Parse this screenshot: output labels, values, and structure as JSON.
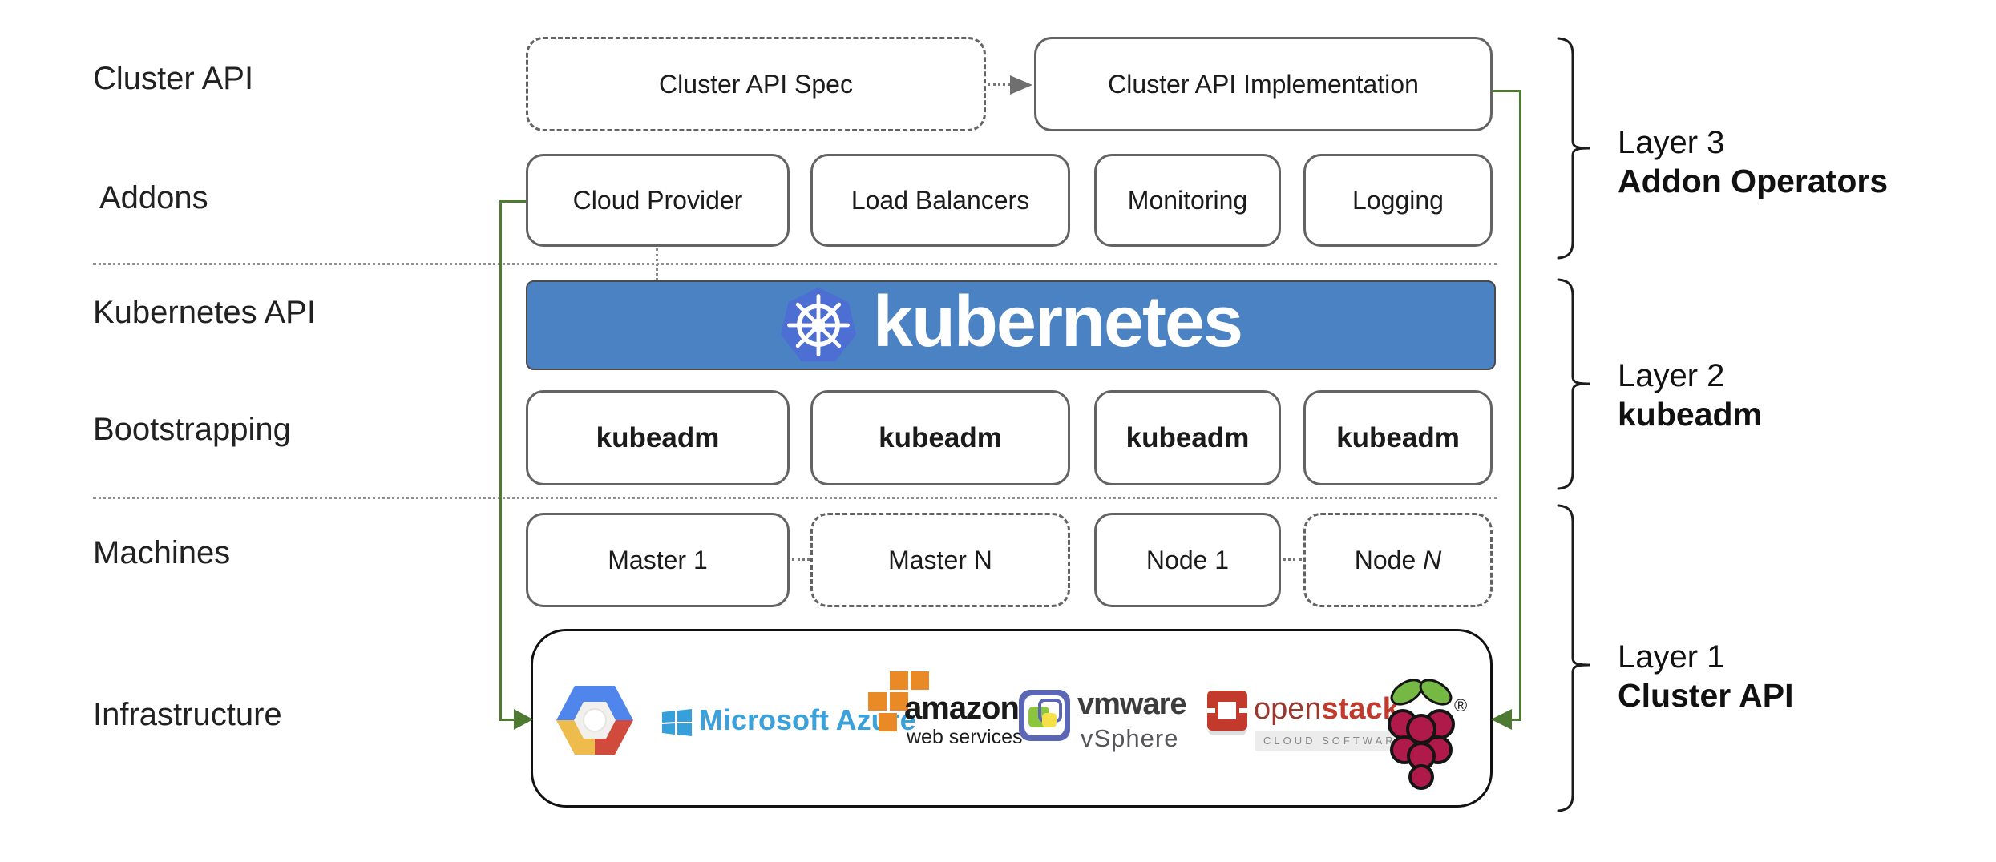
{
  "left_labels": {
    "cluster_api": "Cluster API",
    "addons": "Addons",
    "kubernetes_api": "Kubernetes API",
    "bootstrapping": "Bootstrapping",
    "machines": "Machines",
    "infrastructure": "Infrastructure"
  },
  "cluster_api_row": {
    "spec_box": "Cluster API Spec",
    "impl_box": "Cluster API Implementation"
  },
  "addons_row": {
    "items": [
      {
        "label": "Cloud Provider"
      },
      {
        "label": "Load Balancers"
      },
      {
        "label": "Monitoring"
      },
      {
        "label": "Logging"
      }
    ]
  },
  "kubernetes_banner": {
    "wordmark": "kubernetes"
  },
  "bootstrapping_row": {
    "items": [
      {
        "label": "kubeadm"
      },
      {
        "label": "kubeadm"
      },
      {
        "label": "kubeadm"
      },
      {
        "label": "kubeadm"
      }
    ]
  },
  "machines_row": {
    "master1": "Master 1",
    "masterN": "Master N",
    "node1": "Node 1",
    "nodeN_prefix": "Node ",
    "nodeN_italic": "N"
  },
  "infrastructure_row": {
    "azure_text": "Microsoft Azure",
    "aws_text": "amazon",
    "aws_subtext": "web services",
    "vmware_text": "vmware",
    "vmware_subtext": "vSphere",
    "openstack_open": "open",
    "openstack_stack": "stack",
    "openstack_tm": "™",
    "openstack_subtext": "CLOUD SOFTWARE",
    "raspberry_mark": "®"
  },
  "layers": [
    {
      "title": "Layer 3",
      "subtitle": "Addon Operators"
    },
    {
      "title": "Layer 2",
      "subtitle": "kubeadm"
    },
    {
      "title": "Layer 1",
      "subtitle": "Cluster API"
    }
  ],
  "colors": {
    "banner_blue": "#4a82c3",
    "k8s_logo_blue": "#4d6ed3",
    "connector_green": "#4e7a31",
    "box_border_gray": "#636363",
    "azure_blue": "#35a0da",
    "aws_orange": "#e98a26",
    "openstack_red": "#c23a2c",
    "gcp_blue": "#5086ec",
    "gcp_red": "#d04b3c",
    "gcp_yellow": "#eebc4d",
    "vmware_indigo": "#5b67b5",
    "vmware_green": "#8bc53f",
    "vmware_yellow": "#f5e04a",
    "raspberry_red": "#b01a4a",
    "raspberry_green": "#75b843"
  }
}
